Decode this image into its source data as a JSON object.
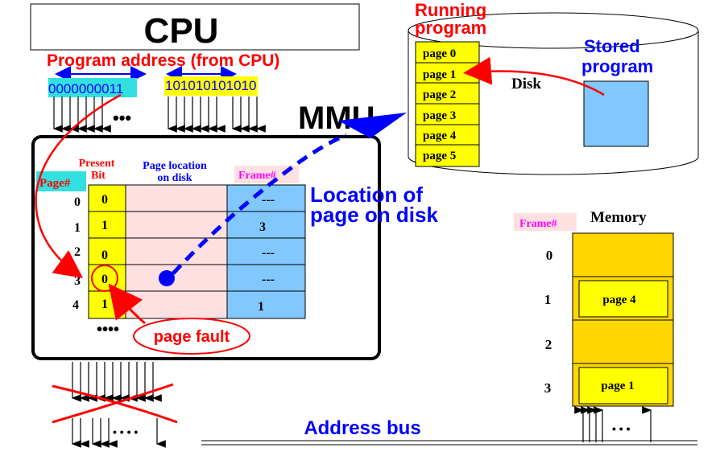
{
  "cpu": {
    "label": "CPU"
  },
  "address": {
    "title": "Program address (from CPU)",
    "page_bits": "0000000011",
    "offset_bits": "101010101010",
    "page_dots": "•••"
  },
  "mmu": {
    "label": "MMU",
    "header_present": "Present",
    "header_bit": "Bit",
    "header_location_1": "Page location",
    "header_location_2": "on disk",
    "header_frame": "Frame#",
    "header_page": "Page#",
    "rows": [
      {
        "page": "0",
        "present": "0",
        "frame": "---"
      },
      {
        "page": "1",
        "present": "1",
        "frame": "3"
      },
      {
        "page": "2",
        "present": "0",
        "frame": "---"
      },
      {
        "page": "3",
        "present": "0",
        "frame": "---"
      },
      {
        "page": "4",
        "present": "1",
        "frame": "1"
      }
    ],
    "more_rows": "••••",
    "page_fault": "page fault",
    "location_label_1": "Location of",
    "location_label_2": "page on disk"
  },
  "disk": {
    "label": "Disk",
    "running_1": "Running",
    "running_2": "program",
    "stored_1": "Stored",
    "stored_2": "program",
    "pages": [
      "page 0",
      "page 1",
      "page 2",
      "page 3",
      "page 4",
      "page 5"
    ]
  },
  "memory": {
    "label": "Memory",
    "frame_header": "Frame#",
    "frames": [
      {
        "num": "0",
        "content": ""
      },
      {
        "num": "1",
        "content": "page 4"
      },
      {
        "num": "2",
        "content": ""
      },
      {
        "num": "3",
        "content": "page 1"
      }
    ],
    "bus_dots": "• • •"
  },
  "bus": {
    "label": "Address bus",
    "dots": "• • • •"
  },
  "colors": {
    "yellow": "#ffff00",
    "gold": "#ffd700",
    "pink": "#ffe0e0",
    "blue_cell": "#80c8ff",
    "cyan": "#33e0e0",
    "red": "#ff0000",
    "blue": "#0000ff",
    "magenta": "#ff00ff"
  }
}
